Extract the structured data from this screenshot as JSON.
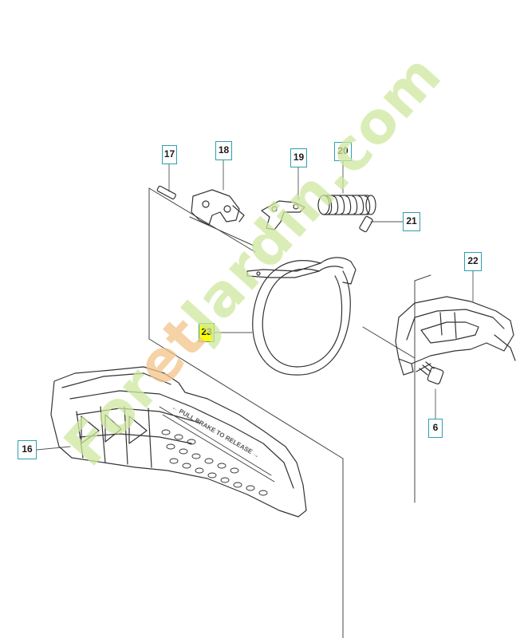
{
  "callouts": {
    "c6": "6",
    "c16": "16",
    "c17": "17",
    "c18": "18",
    "c19": "19",
    "c20": "20",
    "c21": "21",
    "c22": "22",
    "c23": "23"
  },
  "highlight_color": "#ffff00",
  "callout_border_color": "#2e9fb0",
  "watermark": {
    "part1": "For",
    "part2": "et",
    "part3": "Jardin.com",
    "color_main": "#cfe8a0",
    "color_accent": "#f4c48a"
  }
}
